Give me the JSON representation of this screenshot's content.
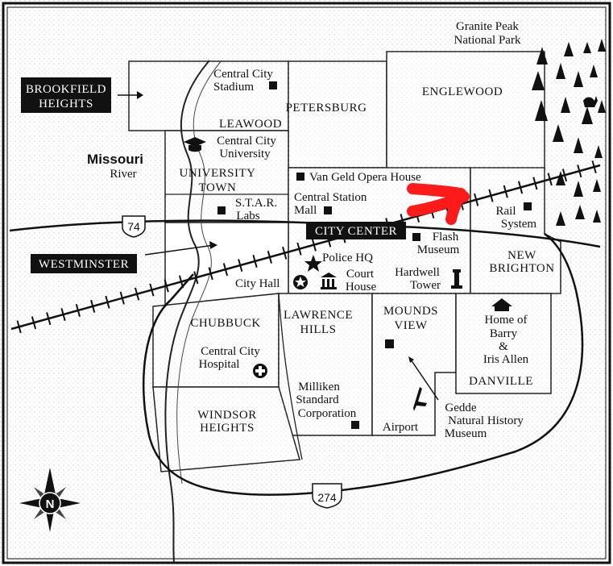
{
  "districts": {
    "brookfield": [
      "BROOKFIELD",
      "HEIGHTS"
    ],
    "leawood": "LEAWOOD",
    "petersburg": "PETERSBURG",
    "englewood": "ENGLEWOOD",
    "university_town": [
      "UNIVERSITY",
      "TOWN"
    ],
    "city_center": "CITY CENTER",
    "westminster": "WESTMINSTER",
    "new_brighton": [
      "NEW",
      "BRIGHTON"
    ],
    "chubbuck": "CHUBBUCK",
    "lawrence_hills": [
      "LAWRENCE",
      "HILLS"
    ],
    "mounds_view": [
      "MOUNDS",
      "VIEW"
    ],
    "danville": "DANVILLE",
    "windsor_heights": [
      "WINDSOR",
      "HEIGHTS"
    ]
  },
  "landmarks": {
    "granite_peak": [
      "Granite Peak",
      "National Park"
    ],
    "stadium": [
      "Central City",
      "Stadium"
    ],
    "university": [
      "Central City",
      "University"
    ],
    "star_labs": [
      "S.T.A.R.",
      "Labs"
    ],
    "opera_house": "Van Geld Opera House",
    "central_station": [
      "Central Station",
      "Mall"
    ],
    "rail_system": [
      "Rail",
      "System"
    ],
    "museum": [
      "Flash",
      "Museum"
    ],
    "police": "Police HQ",
    "city_hall": "City Hall",
    "court_house": [
      "Court",
      "House"
    ],
    "hardwell": [
      "Hardwell",
      "Tower"
    ],
    "home_allen": [
      "Home of",
      "Barry",
      "&",
      "Iris Allen"
    ],
    "hospital": [
      "Central City",
      "Hospital"
    ],
    "milliken": [
      "Milliken",
      "Standard",
      "Corporation"
    ],
    "airport": "Airport",
    "gedde": [
      "Gedde",
      "Natural History",
      "Museum"
    ]
  },
  "river": {
    "name": "Missouri",
    "label": "River"
  },
  "highways": {
    "north": "74",
    "south": "274"
  },
  "compass": "N",
  "colors": {
    "ink": "#111111",
    "paper": "#ffffff",
    "stipple": "#9a9a9a",
    "annotation": "#ff1a1a"
  }
}
